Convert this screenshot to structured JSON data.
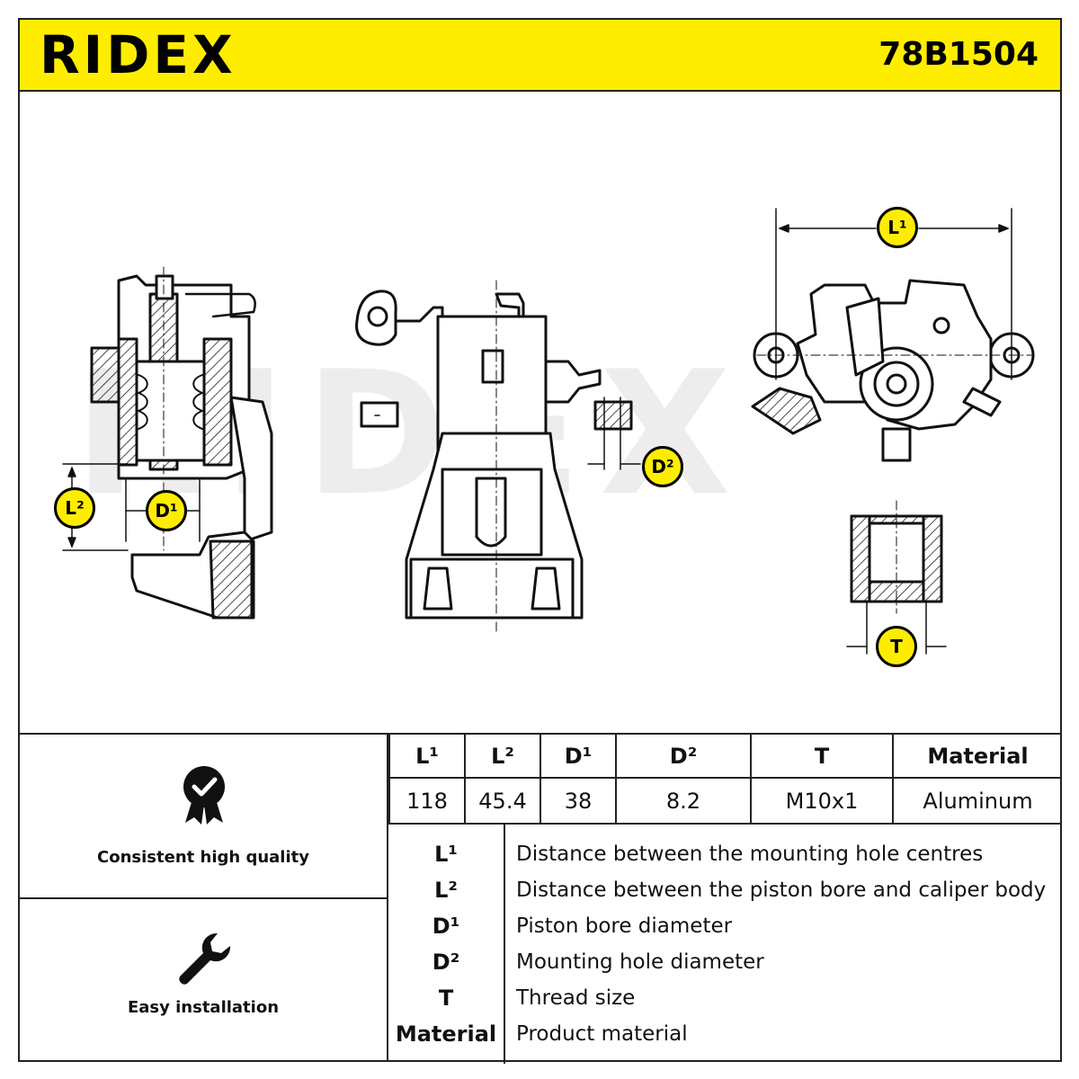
{
  "header": {
    "brand": "RIDEX",
    "part_number": "78B1504"
  },
  "watermark": "RIDEX",
  "badges": {
    "l1": "L¹",
    "l2": "L²",
    "d1": "D¹",
    "d2": "D²",
    "t": "T"
  },
  "features": [
    {
      "label": "Consistent high quality",
      "icon": "quality-badge-icon"
    },
    {
      "label": "Easy installation",
      "icon": "wrench-icon"
    }
  ],
  "spec_table": {
    "headers": [
      "L¹",
      "L²",
      "D¹",
      "D²",
      "T",
      "Material"
    ],
    "values": [
      "118",
      "45.4",
      "38",
      "8.2",
      "M10x1",
      "Aluminum"
    ]
  },
  "legend": [
    {
      "key": "L¹",
      "desc": "Distance between the mounting hole centres"
    },
    {
      "key": "L²",
      "desc": "Distance between the piston bore and caliper body"
    },
    {
      "key": "D¹",
      "desc": "Piston bore diameter"
    },
    {
      "key": "D²",
      "desc": "Mounting hole diameter"
    },
    {
      "key": "T",
      "desc": "Thread size"
    },
    {
      "key": "Material",
      "desc": "Product material"
    }
  ],
  "colors": {
    "brand_yellow": "#ffed00",
    "line": "#222222"
  }
}
